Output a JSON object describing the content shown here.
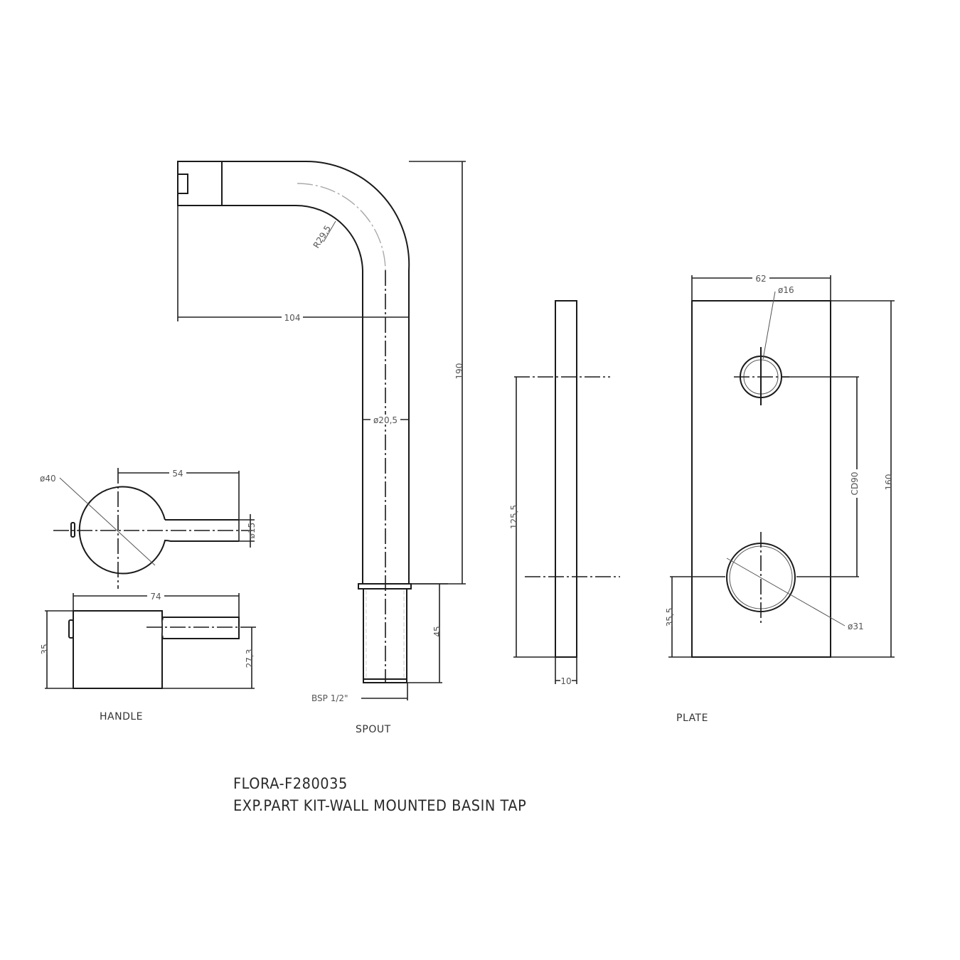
{
  "drawing": {
    "title_line_1": "FLORA-F280035",
    "title_line_2": "EXP.PART KIT-WALL MOUNTED BASIN TAP",
    "line_color": "#1a1a1a",
    "background": "#ffffff"
  },
  "views": {
    "handle": {
      "label": "HANDLE",
      "dimensions": {
        "diameter": "ø40",
        "lever_length": "54",
        "lever_diameter": "ø15",
        "total_length": "74",
        "height": "35",
        "lever_axis_height": "27,3"
      }
    },
    "spout": {
      "label": "SPOUT",
      "dimensions": {
        "bend_radius": "R29,5",
        "reach": "104",
        "height": "190",
        "pipe_diameter": "ø20,5",
        "thread_length": "45",
        "thread": "BSP 1/2\""
      }
    },
    "plate_side": {
      "dimensions": {
        "hole_spacing": "125,5",
        "thickness": "10"
      }
    },
    "plate": {
      "label": "PLATE",
      "dimensions": {
        "width": "62",
        "small_hole": "ø16",
        "center_distance": "CD90",
        "height": "160",
        "large_hole": "ø31",
        "bottom_offset": "35,5"
      }
    }
  }
}
